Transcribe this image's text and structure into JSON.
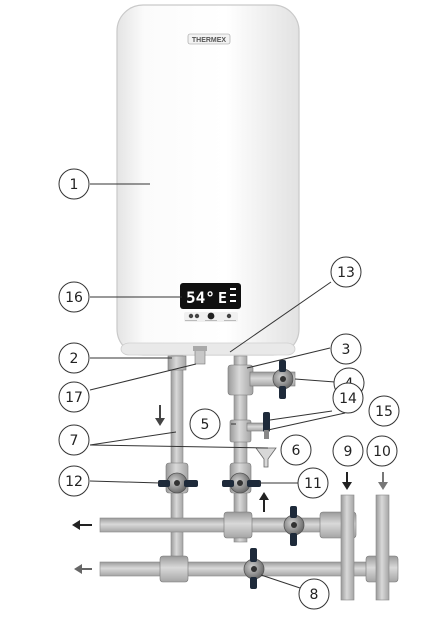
{
  "heater": {
    "brand": "THERMEX",
    "display": {
      "temperature": "54°",
      "mode": "E"
    }
  },
  "callouts": [
    {
      "id": "c1",
      "label": "1"
    },
    {
      "id": "c2",
      "label": "2"
    },
    {
      "id": "c3",
      "label": "3"
    },
    {
      "id": "c4",
      "label": "4"
    },
    {
      "id": "c5",
      "label": "5"
    },
    {
      "id": "c6",
      "label": "6"
    },
    {
      "id": "c7",
      "label": "7"
    },
    {
      "id": "c8",
      "label": "8"
    },
    {
      "id": "c9",
      "label": "9"
    },
    {
      "id": "c10",
      "label": "10"
    },
    {
      "id": "c11",
      "label": "11"
    },
    {
      "id": "c12",
      "label": "12"
    },
    {
      "id": "c13",
      "label": "13"
    },
    {
      "id": "c14",
      "label": "14"
    },
    {
      "id": "c15",
      "label": "15"
    },
    {
      "id": "c16",
      "label": "16"
    },
    {
      "id": "c17",
      "label": "17"
    }
  ],
  "colors": {
    "pipe": "#bdbdbd",
    "pipe_edge": "#8c8c8c",
    "valve_handle": "#1e2a3a",
    "heater_body": "#f7f7f7",
    "display_panel": "#111111"
  }
}
